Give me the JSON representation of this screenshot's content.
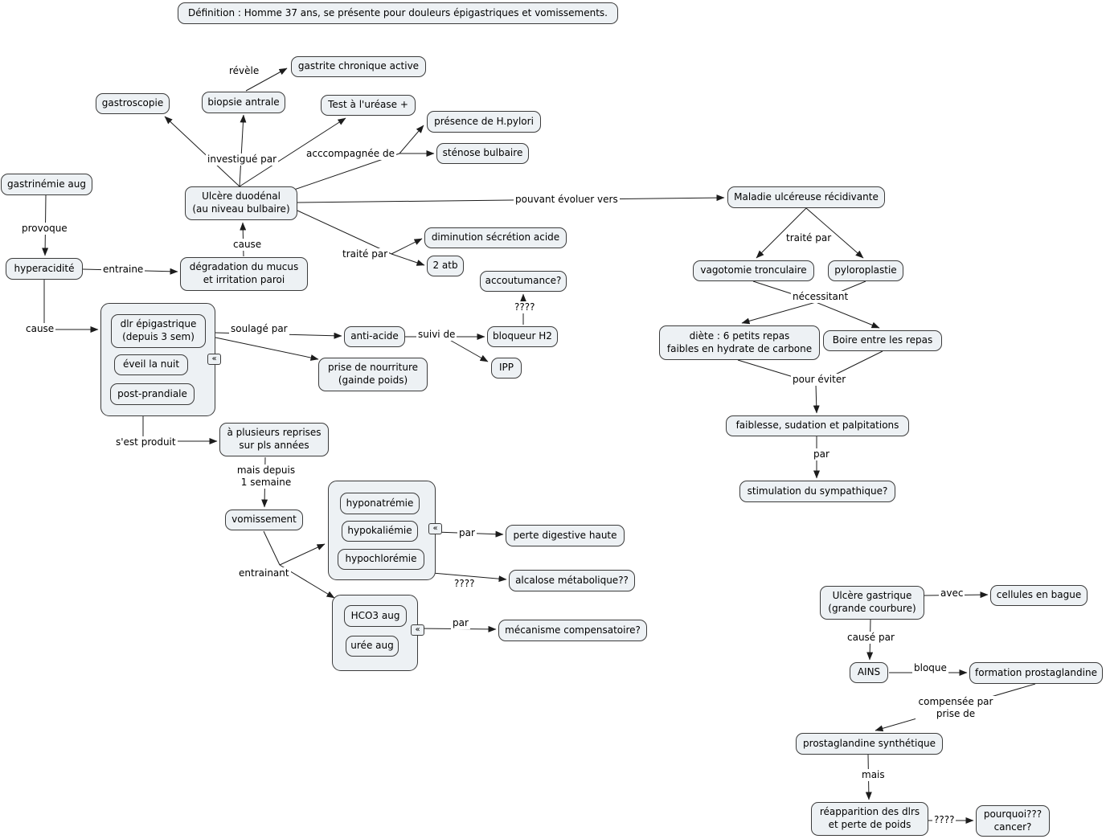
{
  "definition": "Définition : Homme 37 ans, se présente pour douleurs épigastriques et vomissements.",
  "nodes": {
    "gastrite": "gastrite chronique active",
    "gastroscopie": "gastroscopie",
    "biopsie_antrale": "biopsie antrale",
    "test_urease": "Test à l'uréase +",
    "presence_hpylori": "présence de H.pylori",
    "stenose_bulbaire": "sténose bulbaire",
    "gastrinemie": "gastrinémie aug",
    "ulcere_duodenal": "Ulcère duodénal\n(au niveau bulbaire)",
    "maladie_ulcereuse": "Maladie ulcéreuse récidivante",
    "diminution_secretion": "diminution sécrétion acide",
    "deux_atb": "2 atb",
    "hyperacidite": "hyperacidité",
    "degradation_mucus": "dégradation du mucus\net irritation paroi",
    "vagotomie": "vagotomie tronculaire",
    "pyloroplastie": "pyloroplastie",
    "accoutumance": "accoutumance?",
    "dlr_epigastrique": "dlr épigastrique\n(depuis 3 sem)",
    "eveil_nuit": "éveil la nuit",
    "post_prandiale": "post-prandiale",
    "anti_acide": "anti-acide",
    "bloqueur_h2": "bloqueur H2",
    "diete": "diète : 6 petits repas\nfaibles en hydrate de carbone",
    "boire": "Boire entre les repas",
    "prise_nourriture": "prise de nourriture\n(gainde poids)",
    "ipp": "IPP",
    "faiblesse": "faiblesse, sudation et palpitations",
    "reprises": "à plusieurs reprises\nsur pls années",
    "stimulation": "stimulation du sympathique?",
    "hyponatremie": "hyponatrémie",
    "hypokaliemie": "hypokaliémie",
    "hypochloremie": "hypochlorémie",
    "vomissement": "vomissement",
    "perte_digestive": "perte digestive haute",
    "alcalose": "alcalose métabolique??",
    "hco3": "HCO3 aug",
    "uree": "urée aug",
    "mecanisme": "mécanisme compensatoire?",
    "ulcere_gastrique": "Ulcère gastrique\n(grande courbure)",
    "cellules_bague": "cellules en bague",
    "ains": "AINS",
    "formation_prostaglandine": "formation prostaglandine",
    "prostaglandine_synthetique": "prostaglandine synthétique",
    "reapparition": "réapparition des dlrs\net perte de poids",
    "pourquoi_cancer": "pourquoi???\ncancer?"
  },
  "labels": {
    "revele": "révèle",
    "investigue_par": "investigué par",
    "accompagnee_de": "acccompagnée de",
    "pouvant_evoluer": "pouvant évoluer vers",
    "provoque": "provoque",
    "cause_haut": "cause",
    "traite_par_gauche": "traité par",
    "traite_par_droite": "traité par",
    "entraine": "entraine",
    "necessitant": "nécessitant",
    "questions_haut": "????",
    "cause_gauche": "cause",
    "soulage_par": "soulagé par",
    "suivi_de": "suivi de",
    "pour_eviter": "pour éviter",
    "sest_produit": "s'est produit",
    "par_droite": "par",
    "mais_depuis": "mais depuis\n1 semaine",
    "par_milieu": "par",
    "entrainant": "entrainant",
    "questions_milieu": "????",
    "par_bas": "par",
    "avec": "avec",
    "cause_par": "causé par",
    "bloque": "bloque",
    "compensee_par": "compensée par\nprise de",
    "mais": "mais",
    "questions_bas": "????"
  },
  "icons": {
    "collapse": "«"
  }
}
